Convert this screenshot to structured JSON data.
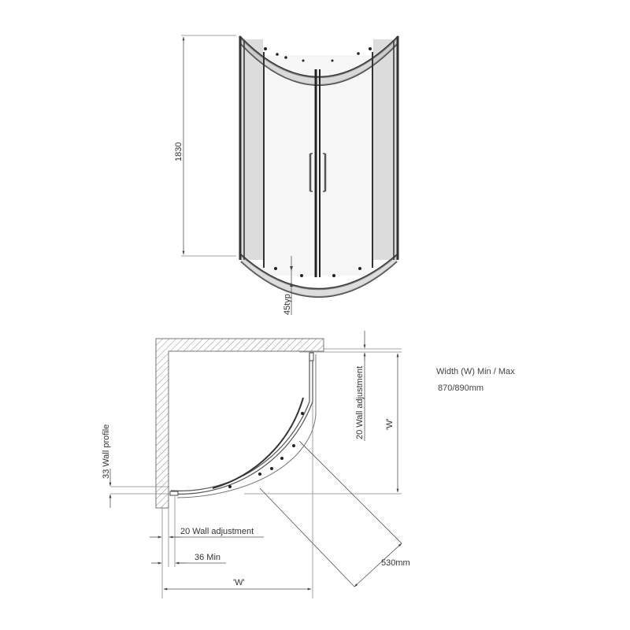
{
  "diagram": {
    "type": "technical-drawing",
    "subject": "quadrant shower enclosure",
    "views": [
      "front-elevation",
      "plan-view"
    ]
  },
  "elevation": {
    "height_label": "1830",
    "tray_label": "45typ"
  },
  "plan": {
    "wall_profile_label": "33 Wall profile",
    "right_wall_adjustment_label": "20 Wall adjustment",
    "right_width_label": "'W'",
    "bottom_wall_adjustment_label": "20 Wall adjustment",
    "min_label": "36 Min",
    "bottom_width_label": "'W'",
    "radius_label": "530mm"
  },
  "notes": {
    "width_title": "Width (W) Min / Max",
    "width_value": "870/890mm"
  },
  "colors": {
    "line": "#555555",
    "frame": "#333333",
    "glass": "#f4f4f4",
    "side_glass": "#dcdcdc",
    "hatch": "#888888"
  }
}
